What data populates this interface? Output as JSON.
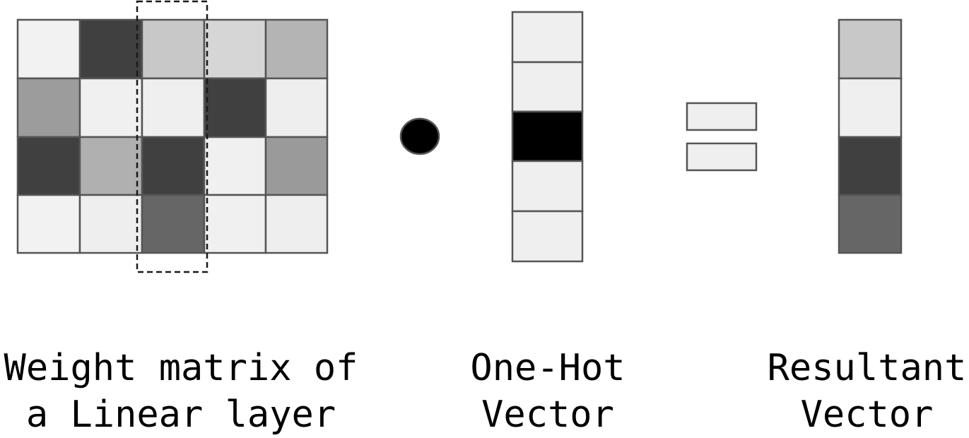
{
  "weight_matrix": {
    "caption_line1": "Weight matrix of",
    "caption_line2": "a Linear layer",
    "highlighted_column": 2,
    "cell_colors": [
      [
        "#f2f2f2",
        "#404040",
        "#c8c8c8",
        "#d6d6d6",
        "#b4b4b4"
      ],
      [
        "#9c9c9c",
        "#f0f0f0",
        "#efefef",
        "#404040",
        "#eeeeee"
      ],
      [
        "#404040",
        "#b0b0b0",
        "#404040",
        "#f0f0f0",
        "#9a9a9a"
      ],
      [
        "#f2f2f2",
        "#eeeeee",
        "#666666",
        "#f0f0f0",
        "#eeeeee"
      ]
    ]
  },
  "operator": {
    "symbol": "dot-product"
  },
  "one_hot_vector": {
    "caption_line1": "One-Hot",
    "caption_line2": "Vector",
    "hot_index": 2,
    "cell_colors": [
      "#efefef",
      "#efefef",
      "#000000",
      "#efefef",
      "#efefef"
    ]
  },
  "equals": {
    "symbol": "equals"
  },
  "resultant_vector": {
    "caption_line1": "Resultant",
    "caption_line2": "Vector",
    "cell_colors": [
      "#c8c8c8",
      "#efefef",
      "#404040",
      "#666666"
    ]
  },
  "colors": {
    "border": "#555555",
    "dash": "#1a1a1a"
  }
}
